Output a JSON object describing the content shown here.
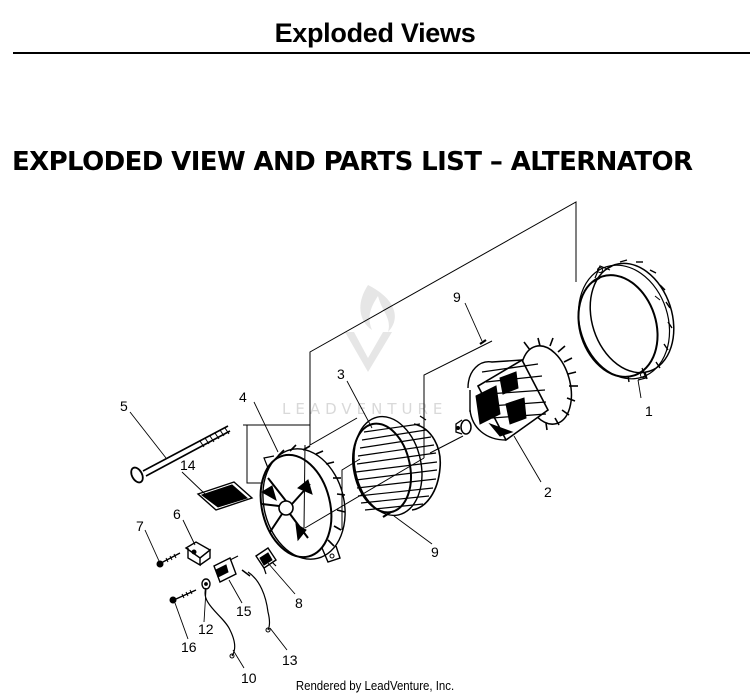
{
  "header": {
    "title": "Exploded Views"
  },
  "section": {
    "title": "EXPLODED VIEW AND PARTS LIST – ALTERNATOR"
  },
  "watermark": {
    "text": "LEADVENTURE"
  },
  "callouts": [
    {
      "id": "c1",
      "label": "1"
    },
    {
      "id": "c2",
      "label": "2"
    },
    {
      "id": "c3",
      "label": "3"
    },
    {
      "id": "c4",
      "label": "4"
    },
    {
      "id": "c5",
      "label": "5"
    },
    {
      "id": "c6",
      "label": "6"
    },
    {
      "id": "c7",
      "label": "7"
    },
    {
      "id": "c8",
      "label": "8"
    },
    {
      "id": "c9a",
      "label": "9"
    },
    {
      "id": "c9b",
      "label": "9"
    },
    {
      "id": "c10",
      "label": "10"
    },
    {
      "id": "c12",
      "label": "12"
    },
    {
      "id": "c13",
      "label": "13"
    },
    {
      "id": "c14",
      "label": "14"
    },
    {
      "id": "c15",
      "label": "15"
    },
    {
      "id": "c16",
      "label": "16"
    }
  ],
  "footer": {
    "text": "Rendered by LeadVenture, Inc."
  },
  "colors": {
    "ink": "#000000",
    "watermark": "#d9d9d9"
  }
}
